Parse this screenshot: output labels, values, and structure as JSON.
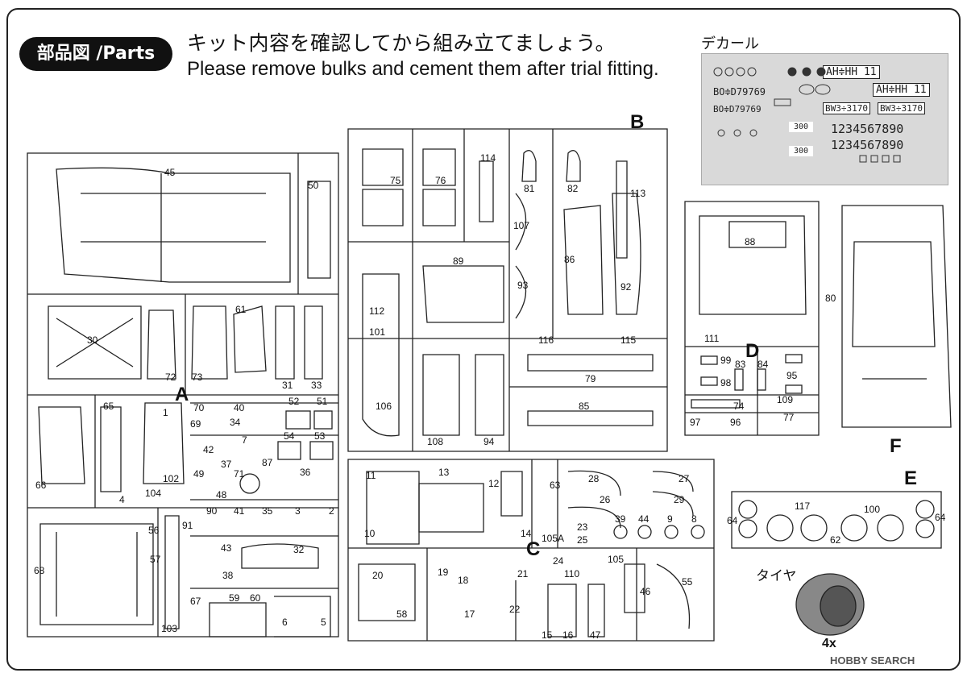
{
  "header": {
    "badge": "部品図 /Parts",
    "instruction_jp": "キット内容を確認してから組み立てましょう。",
    "instruction_en": "Please remove bulks and cement them after trial fitting."
  },
  "decal_section": {
    "title": "デカール",
    "sheet_texts": {
      "plate1": "AH≑HH 11",
      "plate2": "AH≑HH 11",
      "plate3": "BO≑D79769",
      "plate4": "BO≑D79769",
      "plate5": "BW3÷3170",
      "plate6": "BW3÷3170",
      "digits": "1234567890",
      "speed": "300"
    }
  },
  "sprues": {
    "A": "A",
    "B": "B",
    "C": "C",
    "D": "D",
    "E": "E",
    "F": "F"
  },
  "tire": {
    "label": "タイヤ",
    "count": "4x"
  },
  "watermark": "HOBBY SEARCH",
  "part_numbers": {
    "p45": "45",
    "p50": "50",
    "p30": "30",
    "p72": "72",
    "p73": "73",
    "p61": "61",
    "p31": "31",
    "p33": "33",
    "p65": "65",
    "p1": "1",
    "p70": "70",
    "p69": "69",
    "p40": "40",
    "p34": "34",
    "p52": "52",
    "p51": "51",
    "p42": "42",
    "p7": "7",
    "p37": "37",
    "p71": "71",
    "p87": "87",
    "p54": "54",
    "p53": "53",
    "p66": "66",
    "p102": "102",
    "p4": "4",
    "p104": "104",
    "p49": "49",
    "p48": "48",
    "p36": "36",
    "p90": "90",
    "p91": "91",
    "p41": "41",
    "p35": "35",
    "p3": "3",
    "p2": "2",
    "p56": "56",
    "p57": "57",
    "p68": "68",
    "p43": "43",
    "p38": "38",
    "p32": "32",
    "p103": "103",
    "p67": "67",
    "p59": "59",
    "p60": "60",
    "p6": "6",
    "p5": "5",
    "p75": "75",
    "p76": "76",
    "p114": "114",
    "p81": "81",
    "p82": "82",
    "p113": "113",
    "p107": "107",
    "p86": "86",
    "p89": "89",
    "p93": "93",
    "p92": "92",
    "p112": "112",
    "p101": "101",
    "p116": "116",
    "p115": "115",
    "p79": "79",
    "p106": "106",
    "p85": "85",
    "p108": "108",
    "p94": "94",
    "p88": "88",
    "p80": "80",
    "p111": "111",
    "p99": "99",
    "p98": "98",
    "p83": "83",
    "p84": "84",
    "p95": "95",
    "p109": "109",
    "p74": "74",
    "p97": "97",
    "p96": "96",
    "p77": "77",
    "p11": "11",
    "p13": "13",
    "p12": "12",
    "p63": "63",
    "p28": "28",
    "p27": "27",
    "p26": "26",
    "p29": "29",
    "p10": "10",
    "p14": "14",
    "p105A": "105A",
    "p23": "23",
    "p25": "25",
    "p39": "39",
    "p44": "44",
    "p9": "9",
    "p8": "8",
    "p24": "24",
    "p105": "105",
    "p20": "20",
    "p19": "19",
    "p18": "18",
    "p21": "21",
    "p110": "110",
    "p46": "46",
    "p55": "55",
    "p58": "58",
    "p17": "17",
    "p22": "22",
    "p15": "15",
    "p16": "16",
    "p47": "47",
    "p117": "117",
    "p100": "100",
    "p64a": "64",
    "p64b": "64",
    "p62": "62"
  }
}
